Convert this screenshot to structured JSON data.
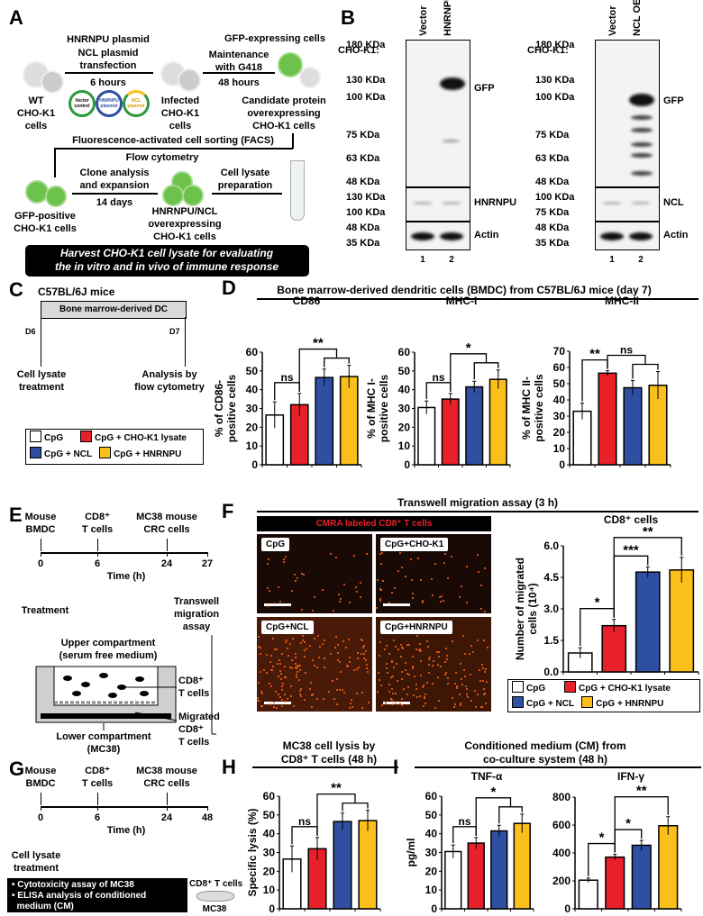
{
  "colors": {
    "cpg": "#ffffff",
    "cho": "#e8202a",
    "ncl": "#2f4fa2",
    "hnrnpu": "#fbbf1c",
    "gfp": "#6cc24a"
  },
  "legend": [
    "CpG",
    "CpG + CHO-K1 lysate",
    "CpG + NCL",
    "CpG + HNRNPU"
  ],
  "panelA": {
    "letter": "A",
    "step1_top": "HNRNPU plasmid",
    "step1_mid": "NCL plasmid",
    "step1_bot": "transfection",
    "step1_time": "6 hours",
    "wt": [
      "WT",
      "CHO-K1",
      "cells"
    ],
    "plasmids": [
      "Vector control",
      "HNRNPU plasmid",
      "NCL plasmid"
    ],
    "infected": [
      "Infected",
      "CHO-K1",
      "cells"
    ],
    "gfp_cells": "GFP-expressing cells",
    "step2": [
      "Maintenance",
      "with G418"
    ],
    "step2_time": "48 hours",
    "candidate": [
      "Candidate protein",
      "overexpressing",
      "CHO-K1 cells"
    ],
    "facs": "Fluorescence-activated cell sorting (FACS)",
    "flow": "Flow cytometry",
    "clone": [
      "Clone analysis",
      "and expansion"
    ],
    "clone_time": "14 days",
    "lysate": [
      "Cell lysate",
      "preparation"
    ],
    "gfp_pos": [
      "GFP-positive",
      "CHO-K1 cells"
    ],
    "oe": [
      "HNRNPU/NCL",
      "overexpressing",
      "CHO-K1 cells"
    ],
    "harvest": [
      "Harvest CHO-K1 cell lysate for evaluating",
      "the in vitro and in vivo of immune response"
    ]
  },
  "panelB": {
    "letter": "B",
    "cell_line": "CHO-K1:",
    "left": {
      "lanes": [
        "Vector",
        "HNRNPU OE"
      ],
      "markers_main": [
        "180 KDa",
        "130 KDa",
        "100 KDa",
        "75 KDa",
        "63 KDa",
        "48 KDa"
      ],
      "markers_mid": [
        "130 KDa",
        "100 KDa"
      ],
      "markers_low": [
        "48 KDa",
        "35 KDa"
      ],
      "labels": [
        "GFP",
        "HNRNPU",
        "Actin"
      ],
      "lane_numbers": [
        "1",
        "2"
      ]
    },
    "right": {
      "lanes": [
        "Vector",
        "NCL OE"
      ],
      "markers_main": [
        "180 KDa",
        "130 KDa",
        "100 KDa",
        "75 KDa",
        "63 KDa",
        "48 KDa"
      ],
      "markers_mid": [
        "100 KDa",
        "75 KDa"
      ],
      "markers_low": [
        "48 KDa",
        "35 KDa"
      ],
      "labels": [
        "GFP",
        "NCL",
        "Actin"
      ],
      "lane_numbers": [
        "1",
        "2"
      ]
    }
  },
  "panelC": {
    "letter": "C",
    "mice": "C57BL/6J mice",
    "bar": "Bone marrow-derived DC",
    "d6": "D6",
    "d7": "D7",
    "treat": [
      "Cell lysate",
      "treatment"
    ],
    "analysis": [
      "Analysis by",
      "flow cytometry"
    ]
  },
  "panelD": {
    "letter": "D",
    "title": "Bone marrow-derived dendritic cells (BMDC) from C57BL/6J mice (day 7)"
  },
  "panelE": {
    "letter": "E",
    "bmdc": [
      "Mouse",
      "BMDC"
    ],
    "cd8": [
      "CD8⁺",
      "T cells"
    ],
    "mc38": [
      "MC38 mouse",
      "CRC cells"
    ],
    "times": [
      "0",
      "6",
      "24",
      "27"
    ],
    "time_label": "Time (h)",
    "treatment": "Treatment",
    "assay": [
      "Transwell",
      "migration",
      "assay"
    ],
    "upper": [
      "Upper compartment",
      "(serum free medium)"
    ],
    "cd8_label": [
      "CD8⁺",
      "T cells"
    ],
    "migrated": [
      "Migrated",
      "CD8⁺",
      "T cells"
    ],
    "lower": [
      "Lower compartment",
      "(MC38)"
    ]
  },
  "panelF": {
    "letter": "F",
    "title": "Transwell migration assay (3 h)",
    "image_header": "CMRA labeled CD8⁺ T cells",
    "images": [
      "CpG",
      "CpG+CHO-K1",
      "CpG+NCL",
      "CpG+HNRNPU"
    ]
  },
  "panelG": {
    "letter": "G",
    "bmdc": [
      "Mouse",
      "BMDC"
    ],
    "cd8": [
      "CD8⁺",
      "T cells"
    ],
    "mc38": [
      "MC38 mouse",
      "CRC cells"
    ],
    "times": [
      "0",
      "6",
      "24",
      "48"
    ],
    "time_label": "Time (h)",
    "treat": [
      "Cell lysate",
      "treatment"
    ],
    "box": [
      "• Cytotoxicity assay of MC38",
      "• ELISA analysis of conditioned",
      "  medium (CM)"
    ],
    "dish_top": "CD8⁺ T cells",
    "dish_bot": "MC38"
  },
  "panelH": {
    "letter": "H",
    "title": [
      "MC38 cell lysis by",
      "CD8⁺ T cells (48 h)"
    ]
  },
  "panelI": {
    "letter": "I",
    "title": [
      "Conditioned medium (CM) from",
      "co-culture system (48 h)"
    ]
  },
  "chart_data": [
    {
      "id": "cd86",
      "type": "bar",
      "title": "CD86",
      "ylabel": [
        "% of CD86-",
        "positive cells"
      ],
      "categories": [
        "CpG",
        "CpG + CHO-K1 lysate",
        "CpG + NCL",
        "CpG + HNRNPU"
      ],
      "values": [
        26.5,
        32,
        46.5,
        47
      ],
      "errors": [
        7,
        6,
        4.5,
        6
      ],
      "ylim": [
        0,
        60
      ],
      "yticks": [
        0,
        10,
        20,
        30,
        40,
        50,
        60
      ],
      "sig": [
        {
          "a": 0,
          "b": [
            1
          ],
          "label": "ns"
        },
        {
          "a": 1,
          "b": [
            2,
            3
          ],
          "label": "**"
        }
      ]
    },
    {
      "id": "mhc1",
      "type": "bar",
      "title": "MHC-I",
      "ylabel": [
        "% of MHC I-",
        "positive cells"
      ],
      "categories": [
        "CpG",
        "CpG + CHO-K1 lysate",
        "CpG + NCL",
        "CpG + HNRNPU"
      ],
      "values": [
        30.5,
        35,
        41.5,
        45.5
      ],
      "errors": [
        3.5,
        3,
        3,
        5
      ],
      "ylim": [
        0,
        60
      ],
      "yticks": [
        0,
        10,
        20,
        30,
        40,
        50,
        60
      ],
      "sig": [
        {
          "a": 0,
          "b": [
            1
          ],
          "label": "ns"
        },
        {
          "a": 1,
          "b": [
            2,
            3
          ],
          "label": "*"
        }
      ]
    },
    {
      "id": "mhc2",
      "type": "bar",
      "title": "MHC-II",
      "ylabel": [
        "% of MHC II-",
        "positive cells"
      ],
      "categories": [
        "CpG",
        "CpG + CHO-K1 lysate",
        "CpG + NCL",
        "CpG + HNRNPU"
      ],
      "values": [
        33,
        56.5,
        47.5,
        49
      ],
      "errors": [
        5,
        1.5,
        4.5,
        8.5
      ],
      "ylim": [
        0,
        70
      ],
      "yticks": [
        0,
        10,
        20,
        30,
        40,
        50,
        60,
        70
      ],
      "sig": [
        {
          "a": 0,
          "b": [
            1
          ],
          "label": "**"
        },
        {
          "a": 1,
          "b": [
            2,
            3
          ],
          "label": "ns"
        }
      ]
    },
    {
      "id": "migration",
      "type": "bar",
      "title": "CD8⁺ cells",
      "ylabel": [
        "Number of migrated",
        "cells (10⁴)"
      ],
      "categories": [
        "CpG",
        "CpG + CHO-K1 lysate",
        "CpG + NCL",
        "CpG + HNRNPU"
      ],
      "values": [
        0.9,
        2.2,
        4.75,
        4.85
      ],
      "errors": [
        0.25,
        0.3,
        0.25,
        0.6
      ],
      "ylim": [
        0,
        6
      ],
      "yticks": [
        "0.0",
        "1.5",
        "3.0",
        "4.5",
        "6.0"
      ],
      "sig": [
        {
          "a": 0,
          "b": [
            1
          ],
          "label": "*"
        },
        {
          "a": 1,
          "b": [
            2
          ],
          "label": "***"
        },
        {
          "a": 1,
          "b": [
            3
          ],
          "label": "**"
        }
      ]
    },
    {
      "id": "lysis",
      "type": "bar",
      "title": "",
      "ylabel": [
        "Specific lysis (%)"
      ],
      "categories": [
        "CpG",
        "CpG + CHO-K1 lysate",
        "CpG + NCL",
        "CpG + HNRNPU"
      ],
      "values": [
        26.5,
        32,
        46.5,
        47
      ],
      "errors": [
        7,
        6,
        4.5,
        5.5
      ],
      "ylim": [
        0,
        60
      ],
      "yticks": [
        0,
        10,
        20,
        30,
        40,
        50,
        60
      ],
      "sig": [
        {
          "a": 0,
          "b": [
            1
          ],
          "label": "ns"
        },
        {
          "a": 1,
          "b": [
            2,
            3
          ],
          "label": "**"
        }
      ]
    },
    {
      "id": "tnf",
      "type": "bar",
      "title": "TNF-α",
      "ylabel": [
        "pg/ml"
      ],
      "categories": [
        "CpG",
        "CpG + CHO-K1 lysate",
        "CpG + NCL",
        "CpG + HNRNPU"
      ],
      "values": [
        30.5,
        35,
        41.5,
        45.5
      ],
      "errors": [
        3.5,
        3,
        3,
        5
      ],
      "ylim": [
        0,
        60
      ],
      "yticks": [
        0,
        10,
        20,
        30,
        40,
        50,
        60
      ],
      "sig": [
        {
          "a": 0,
          "b": [
            1
          ],
          "label": "ns"
        },
        {
          "a": 1,
          "b": [
            2,
            3
          ],
          "label": "*"
        }
      ]
    },
    {
      "id": "ifn",
      "type": "bar",
      "title": "IFN-γ",
      "ylabel": [],
      "categories": [
        "CpG",
        "CpG + CHO-K1 lysate",
        "CpG + NCL",
        "CpG + HNRNPU"
      ],
      "values": [
        205,
        370,
        455,
        595
      ],
      "errors": [
        15,
        20,
        35,
        65
      ],
      "ylim": [
        0,
        800
      ],
      "yticks": [
        0,
        200,
        400,
        600,
        800
      ],
      "sig": [
        {
          "a": 0,
          "b": [
            1
          ],
          "label": "*"
        },
        {
          "a": 1,
          "b": [
            2
          ],
          "label": "*"
        },
        {
          "a": 1,
          "b": [
            3
          ],
          "label": "**"
        }
      ]
    }
  ]
}
